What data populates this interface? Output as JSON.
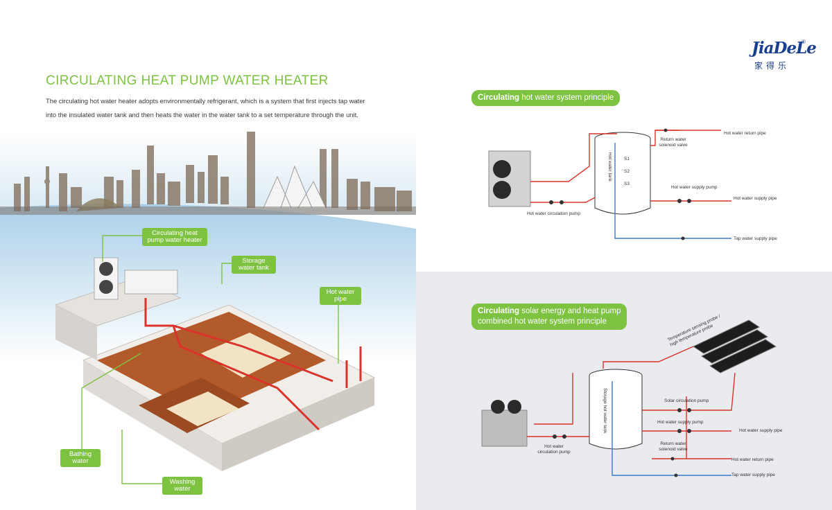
{
  "left": {
    "title": "CIRCULATING HEAT PUMP WATER HEATER",
    "intro": "The circulating hot water heater adopts environmentally refrigerant, which is a system that first injects tap water into the insulated water tank and then heats the water in the water tank to a set temperature through the unit.",
    "callouts": {
      "heater": "Circulating heat pump water heater",
      "storage": "Storage water tank",
      "hotpipe": "Hot water pipe",
      "bathing": "Bathing water",
      "washing": "Washing water"
    }
  },
  "logo": {
    "brand": "JiaDeLe",
    "reg": "®",
    "chinese": "家得乐"
  },
  "diagram1": {
    "title_bold": "Circulating",
    "title_rest": " hot water system principle",
    "labels": {
      "tank": "Hot water tank",
      "return_valve": "Return water solenoid valve",
      "return_pipe": "Hot water return pipe",
      "supply_pump": "Hot water supply pump",
      "supply_pipe": "Hot water supply pipe",
      "circ_pump": "Hot water circulation pump",
      "tap_pipe": "Tap water supply pipe",
      "s1": "S1",
      "s2": "S2",
      "s3": "S3"
    }
  },
  "diagram2": {
    "title_bold": "Circulating",
    "title_rest": " solar energy and heat pump",
    "title_line2": "combined hot water system principle",
    "labels": {
      "probe": "Temperature sensing probe / high temperature probe",
      "tank": "Storage hot water tank",
      "solar_pump": "Solar circulation pump",
      "supply_pump": "Hot water supply pump",
      "supply_pipe": "Hot water supply pipe",
      "return_valve": "Return water solenoid valve",
      "return_pipe": "Hot water return pipe",
      "circ_pump": "Hot water circulation pump",
      "tap_pipe": "Tap water supply pipe"
    }
  },
  "colors": {
    "accent": "#7ec242",
    "hot": "#d9332b",
    "cold": "#3b78c8",
    "brand": "#1a3f8f"
  }
}
